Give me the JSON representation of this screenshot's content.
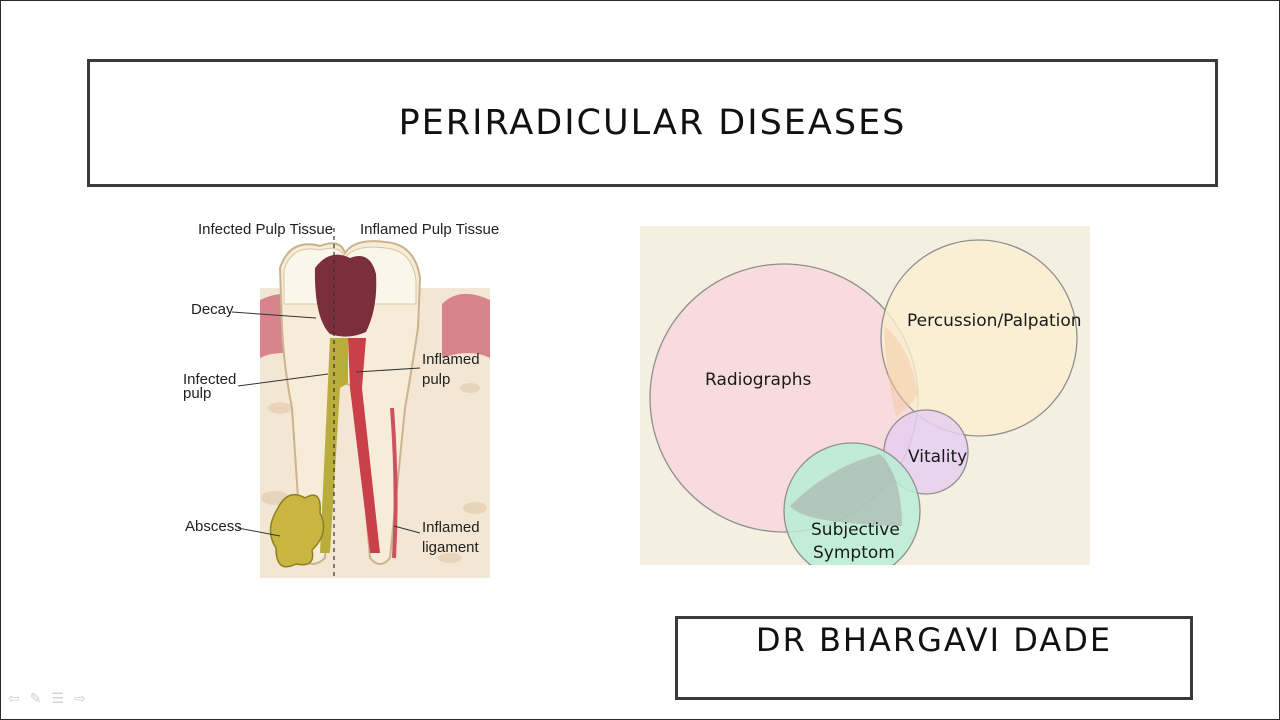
{
  "slide": {
    "title": "PERIRADICULAR DISEASES",
    "author": "DR BHARGAVI DADE"
  },
  "tooth_diagram": {
    "left_header": "Infected Pulp Tissue",
    "right_header": "Inflamed Pulp Tissue",
    "labels": {
      "decay": "Decay",
      "infected_pulp_1": "Infected",
      "infected_pulp_2": "pulp",
      "inflamed_pulp_1": "Inflamed",
      "inflamed_pulp_2": "pulp",
      "abscess": "Abscess",
      "inflamed_ligament_1": "Inflamed",
      "inflamed_ligament_2": "ligament"
    }
  },
  "venn_diagram": {
    "circles": {
      "radiographs": "Radiographs",
      "percussion": "Percussion/Palpation",
      "vitality": "Vitality",
      "subjective_1": "Subjective",
      "subjective_2": "Symptom"
    },
    "colors": {
      "radiographs": "#f8d7dc",
      "percussion": "#fbefcf",
      "vitality": "#e6cff0",
      "subjective": "#b9edd6",
      "background": "#f5efe1"
    }
  },
  "navigation": {
    "icons": [
      "arrow-left-icon",
      "pen-icon",
      "menu-icon",
      "arrow-right-icon"
    ]
  }
}
